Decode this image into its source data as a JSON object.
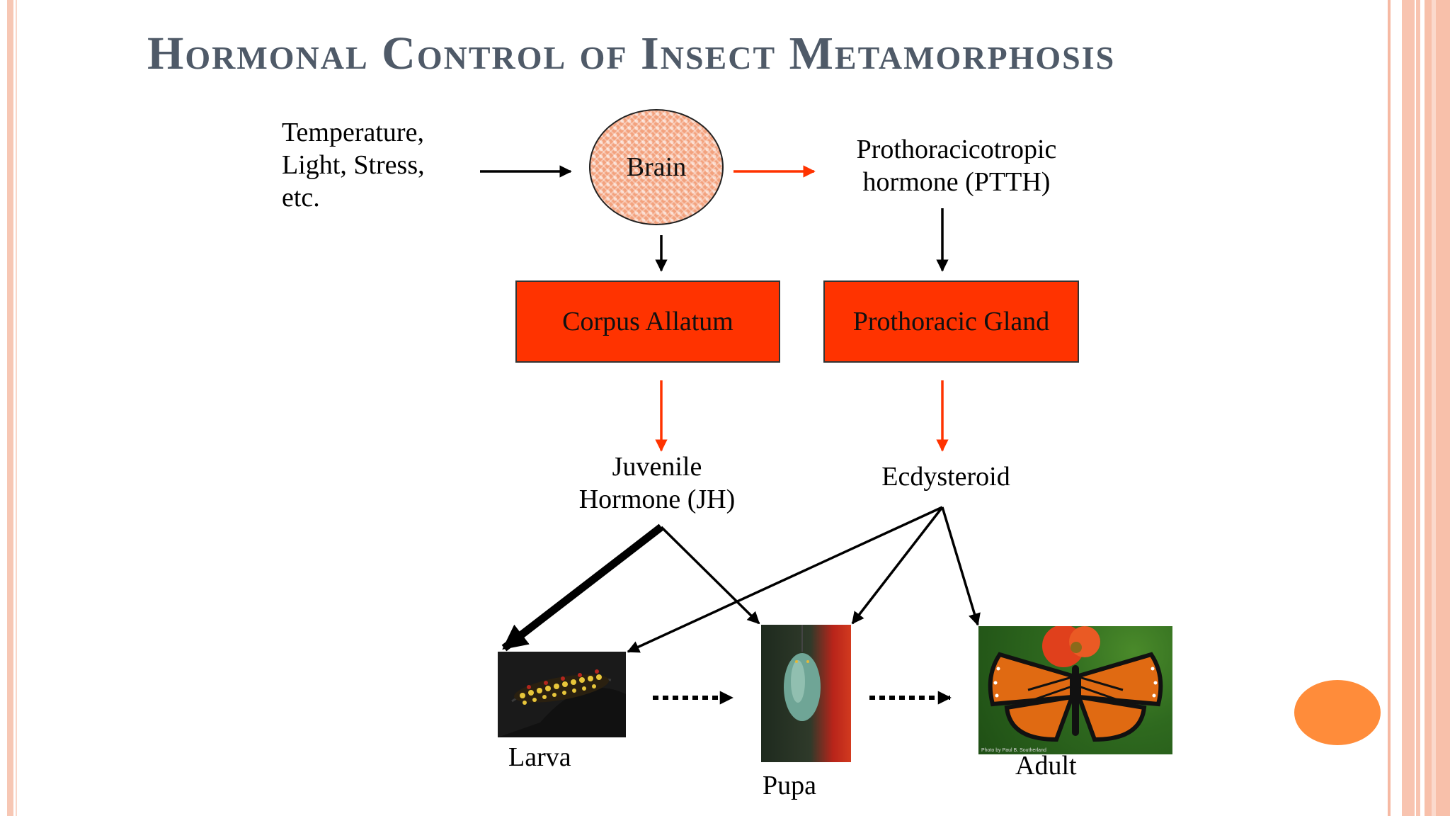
{
  "title": "Hormonal Control of Insect Metamorphosis",
  "inputs": {
    "line1": "Temperature,",
    "line2": "Light, Stress,",
    "line3": "etc."
  },
  "brain": {
    "label": "Brain"
  },
  "ptth": {
    "line1": "Prothoracicotropic",
    "line2": "hormone (PTTH)"
  },
  "corpus_allatum": {
    "label": "Corpus Allatum"
  },
  "prothoracic_gland": {
    "label": "Prothoracic Gland"
  },
  "jh": {
    "line1": "Juvenile",
    "line2": "Hormone (JH)"
  },
  "ecdysteroid": {
    "label": "Ecdysteroid"
  },
  "stages": {
    "larva": "Larva",
    "pupa": "Pupa",
    "adult": "Adult"
  },
  "photo_credit": "Photo by Paul B. Southerland",
  "colors": {
    "title": "#4f5a68",
    "box_fill": "#ff3300",
    "red_arrow": "#ff3300",
    "accent_oval": "#ff8c3a",
    "border_peach": "#f8c4b0"
  }
}
